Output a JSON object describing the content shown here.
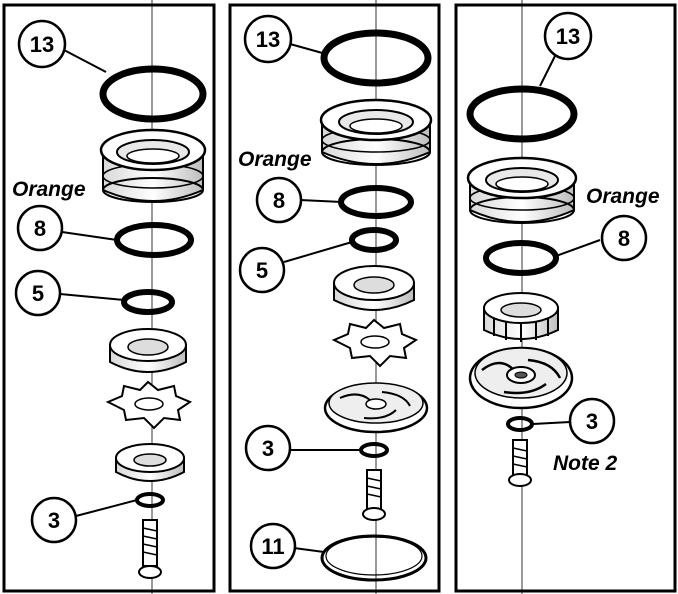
{
  "panels": [
    {
      "id": "left",
      "callouts": [
        "13",
        "8",
        "5",
        "3"
      ],
      "labels": [
        "Orange"
      ]
    },
    {
      "id": "middle",
      "callouts": [
        "13",
        "8",
        "5",
        "3",
        "11"
      ],
      "labels": [
        "Orange"
      ]
    },
    {
      "id": "right",
      "callouts": [
        "13",
        "8",
        "3"
      ],
      "labels": [
        "Orange",
        "Note 2"
      ]
    }
  ],
  "colors": {
    "line": "#000000",
    "background": "#ffffff",
    "part_fill": "#ffffff",
    "shade": "#cfcfcf"
  }
}
